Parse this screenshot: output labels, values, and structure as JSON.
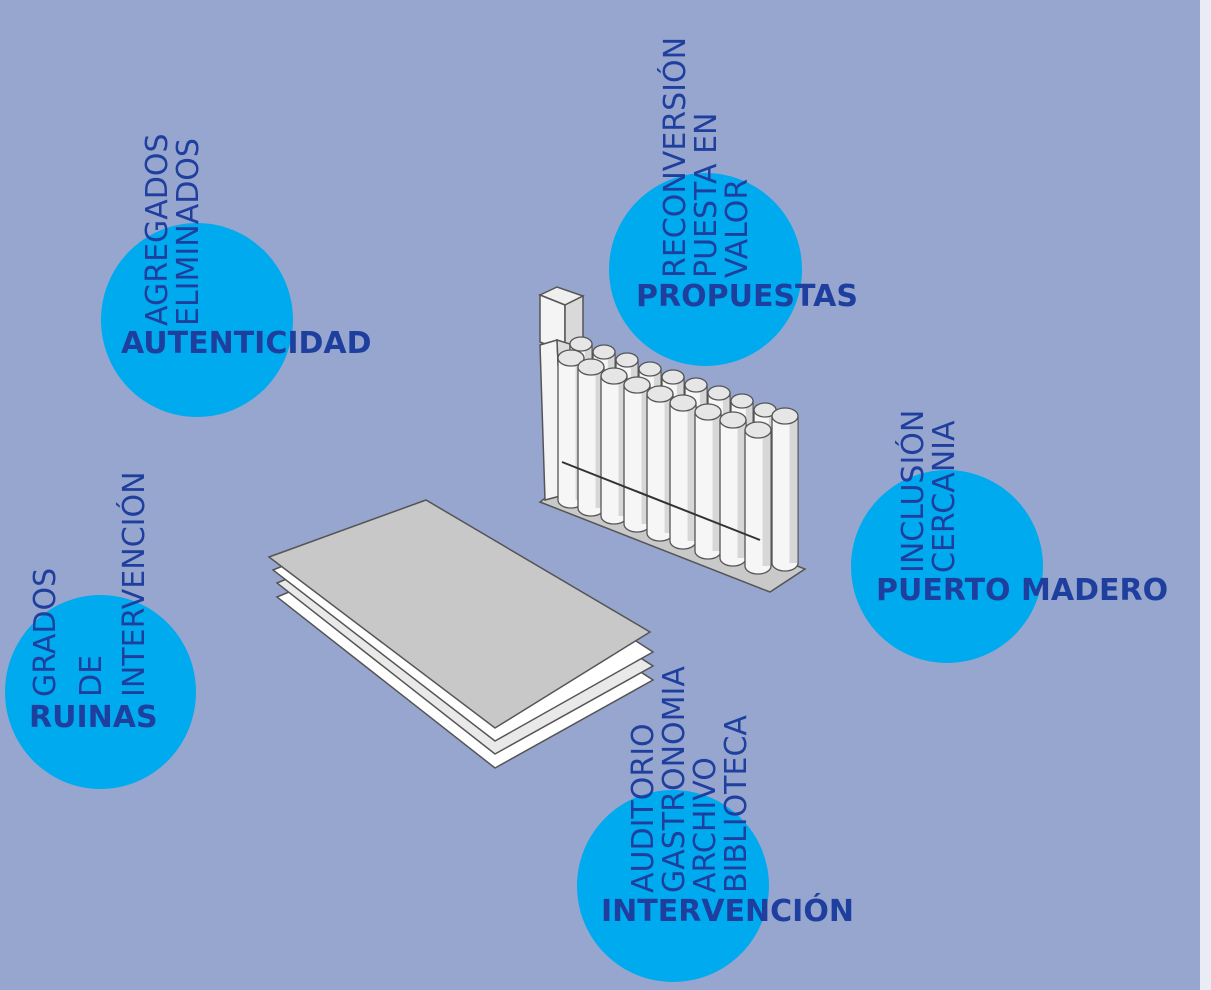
{
  "autenticidad": {
    "title": "AUTENTICIDAD",
    "lines": [
      "AGREGADOS",
      "ELIMINADOS"
    ]
  },
  "propuestas": {
    "title": "PROPUESTAS",
    "lines": [
      "RECONVERSIÓN",
      "PUESTA EN",
      "VALOR"
    ]
  },
  "puerto_madero": {
    "title": "PUERTO MADERO",
    "lines": [
      "INCLUSIÓN",
      "CERCANIA"
    ]
  },
  "ruinas": {
    "title": "RUINAS",
    "lines": [
      "GRADOS",
      "DE",
      "INTERVENCIÓN"
    ]
  },
  "intervencion": {
    "title": "INTERVENCIÓN",
    "lines": [
      "AUDITORIO",
      "GASTRONOMIA",
      "ARCHIVO",
      "BIBLIOTECA"
    ]
  },
  "colors": {
    "background": "#97a6cf",
    "circle": "#00aaee",
    "text": "#1f3f9e"
  }
}
